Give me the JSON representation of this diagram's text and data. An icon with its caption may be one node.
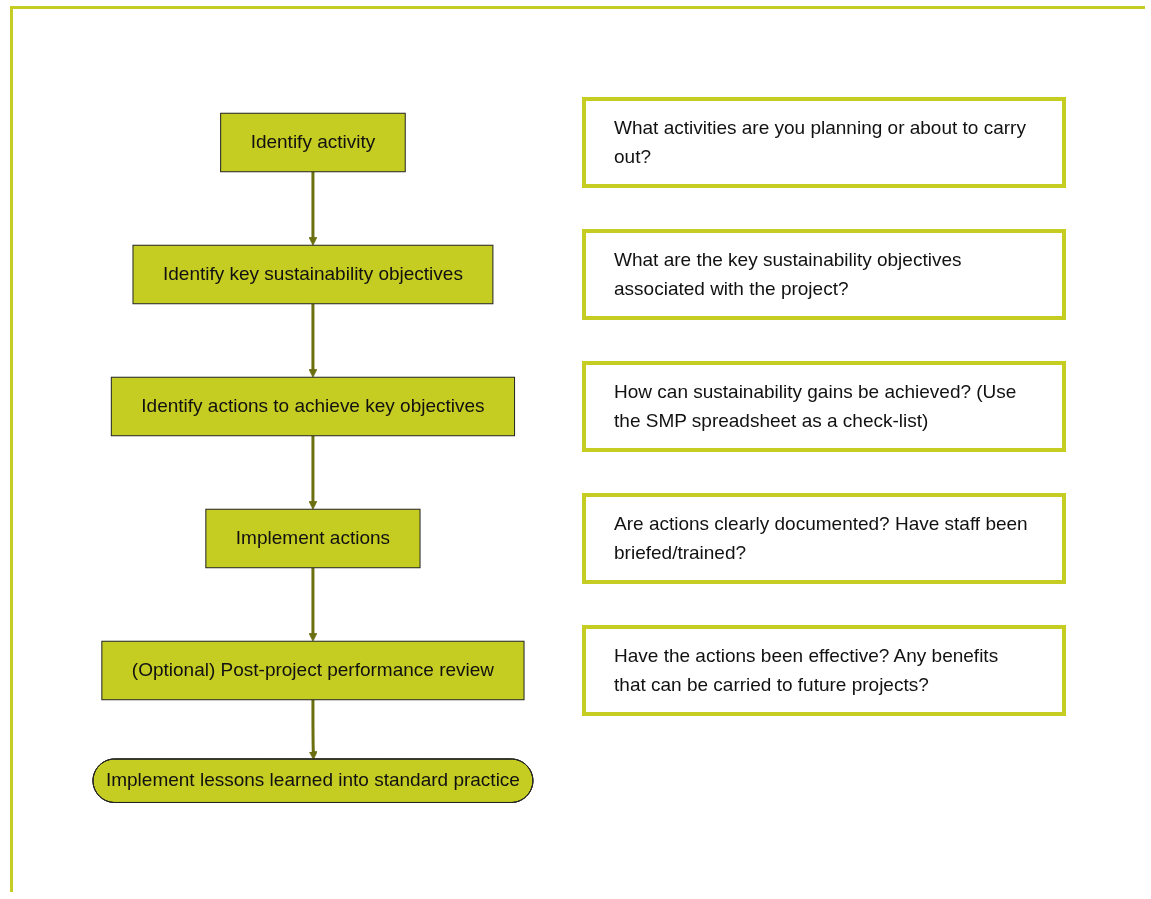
{
  "diagram": {
    "nodes": [
      {
        "text": [
          "Identify activity"
        ]
      },
      {
        "text": [
          "What activities are you planning or about to carry out?"
        ]
      },
      {
        "text": [
          "Identify key sustainability objectives"
        ]
      },
      {
        "text": [
          "What are the key sustainability objectives associated with the project?"
        ]
      },
      {
        "text": [
          "Identify actions to achieve key objectives"
        ]
      },
      {
        "text": [
          "How can sustainability gains be achieved? (Use the SMP spreadsheet as a check-list)"
        ]
      },
      {
        "text": [
          "Implement actions"
        ]
      },
      {
        "text": [
          "Are actions clearly documented? Have staff been briefed/trained?"
        ]
      },
      {
        "text": [
          "(Optional) Post-project performance review"
        ]
      },
      {
        "text": [
          "Have the actions been effective? Any benefits that can be carried to future projects?"
        ]
      },
      {
        "text": [
          "Implement lessons learned into standard practice"
        ]
      }
    ],
    "edges": [
      {
        "from": 0,
        "to": 2,
        "arrow": "to"
      },
      {
        "from": 2,
        "to": 4,
        "arrow": "to"
      },
      {
        "from": 4,
        "to": 6,
        "arrow": "to"
      },
      {
        "from": 6,
        "to": 8,
        "arrow": "to"
      },
      {
        "from": 8,
        "to": 10,
        "arrow": "to"
      }
    ]
  }
}
